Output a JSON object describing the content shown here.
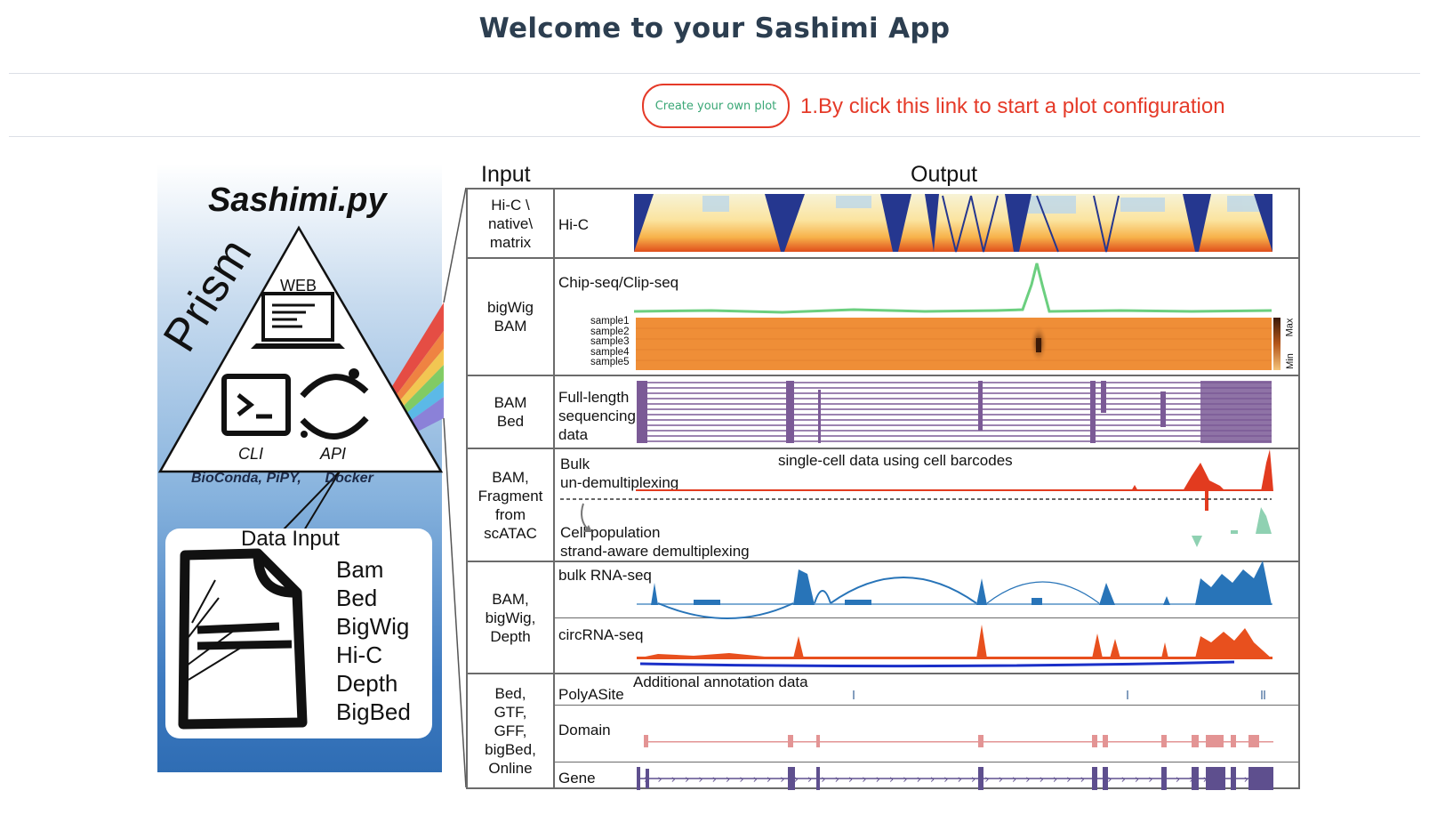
{
  "header": {
    "title": "Welcome to your Sashimi App"
  },
  "toolbar": {
    "create_label": "Create your own plot",
    "hint": "1.By click this link to start a plot configuration"
  },
  "figure": {
    "left_panel": {
      "title": "Sashimi.py",
      "prism": "Prism",
      "web": "WEB",
      "cli": "CLI",
      "api": "API",
      "distribution": "BioConda, PiPY,      Docker",
      "data_input_title": "Data Input",
      "formats": [
        "Bam",
        "Bed",
        "BigWig",
        "Hi-C",
        "Depth",
        "BigBed"
      ]
    },
    "input_header": "Input",
    "output_header": "Output",
    "rows": [
      {
        "input": [
          "Hi-C \\",
          "native\\",
          "matrix"
        ],
        "tracks": [
          {
            "label": [
              "Hi-C"
            ]
          }
        ]
      },
      {
        "input": [
          "bigWig",
          "BAM"
        ],
        "tracks": [
          {
            "label": [
              "Chip-seq/Clip-seq"
            ]
          }
        ],
        "samples": [
          "sample1",
          "sample2",
          "sample3",
          "sample4",
          "sample5"
        ],
        "scale": {
          "max": "Max",
          "min": "Min"
        }
      },
      {
        "input": [
          "BAM",
          "Bed"
        ],
        "tracks": [
          {
            "label": [
              "Full-length",
              "sequencing",
              "data"
            ]
          }
        ]
      },
      {
        "input": [
          "BAM,",
          "Fragment",
          "from",
          "scATAC"
        ],
        "tracks": [
          {
            "label": [
              "Bulk",
              "un-demultiplexing"
            ]
          },
          {
            "label": [
              "Cell population",
              "strand-aware demultiplexing"
            ]
          }
        ],
        "annotation": "single-cell data using cell barcodes"
      },
      {
        "input": [
          "BAM,",
          "bigWig,",
          "Depth"
        ],
        "tracks": [
          {
            "label": [
              "bulk RNA-seq"
            ]
          },
          {
            "label": [
              "circRNA-seq"
            ]
          }
        ]
      },
      {
        "input": [
          "Bed,",
          "GTF,",
          "GFF,",
          "bigBed,",
          "Online"
        ],
        "tracks": [
          {
            "label": [
              "PolyASite"
            ]
          },
          {
            "label": [
              "Domain"
            ]
          },
          {
            "label": [
              "Gene"
            ]
          }
        ],
        "annotation": "Additional annotation data"
      }
    ]
  },
  "colors": {
    "title": "#2c3e50",
    "accent_red": "#e53a28",
    "button_text": "#3aa776",
    "hic_blue": "#25378f",
    "chip_green": "#6bcf7f",
    "heat_orange": "#ef8e37",
    "purple": "#7b5a96",
    "bulk_red": "#e23b1f",
    "sc_green": "#8fd1b2",
    "rna_blue": "#2874b8",
    "circ_orange": "#e8501e",
    "junction_blue": "#1a2fc8",
    "domain_pink": "#e39494",
    "gene_purple": "#5e4f8e"
  }
}
